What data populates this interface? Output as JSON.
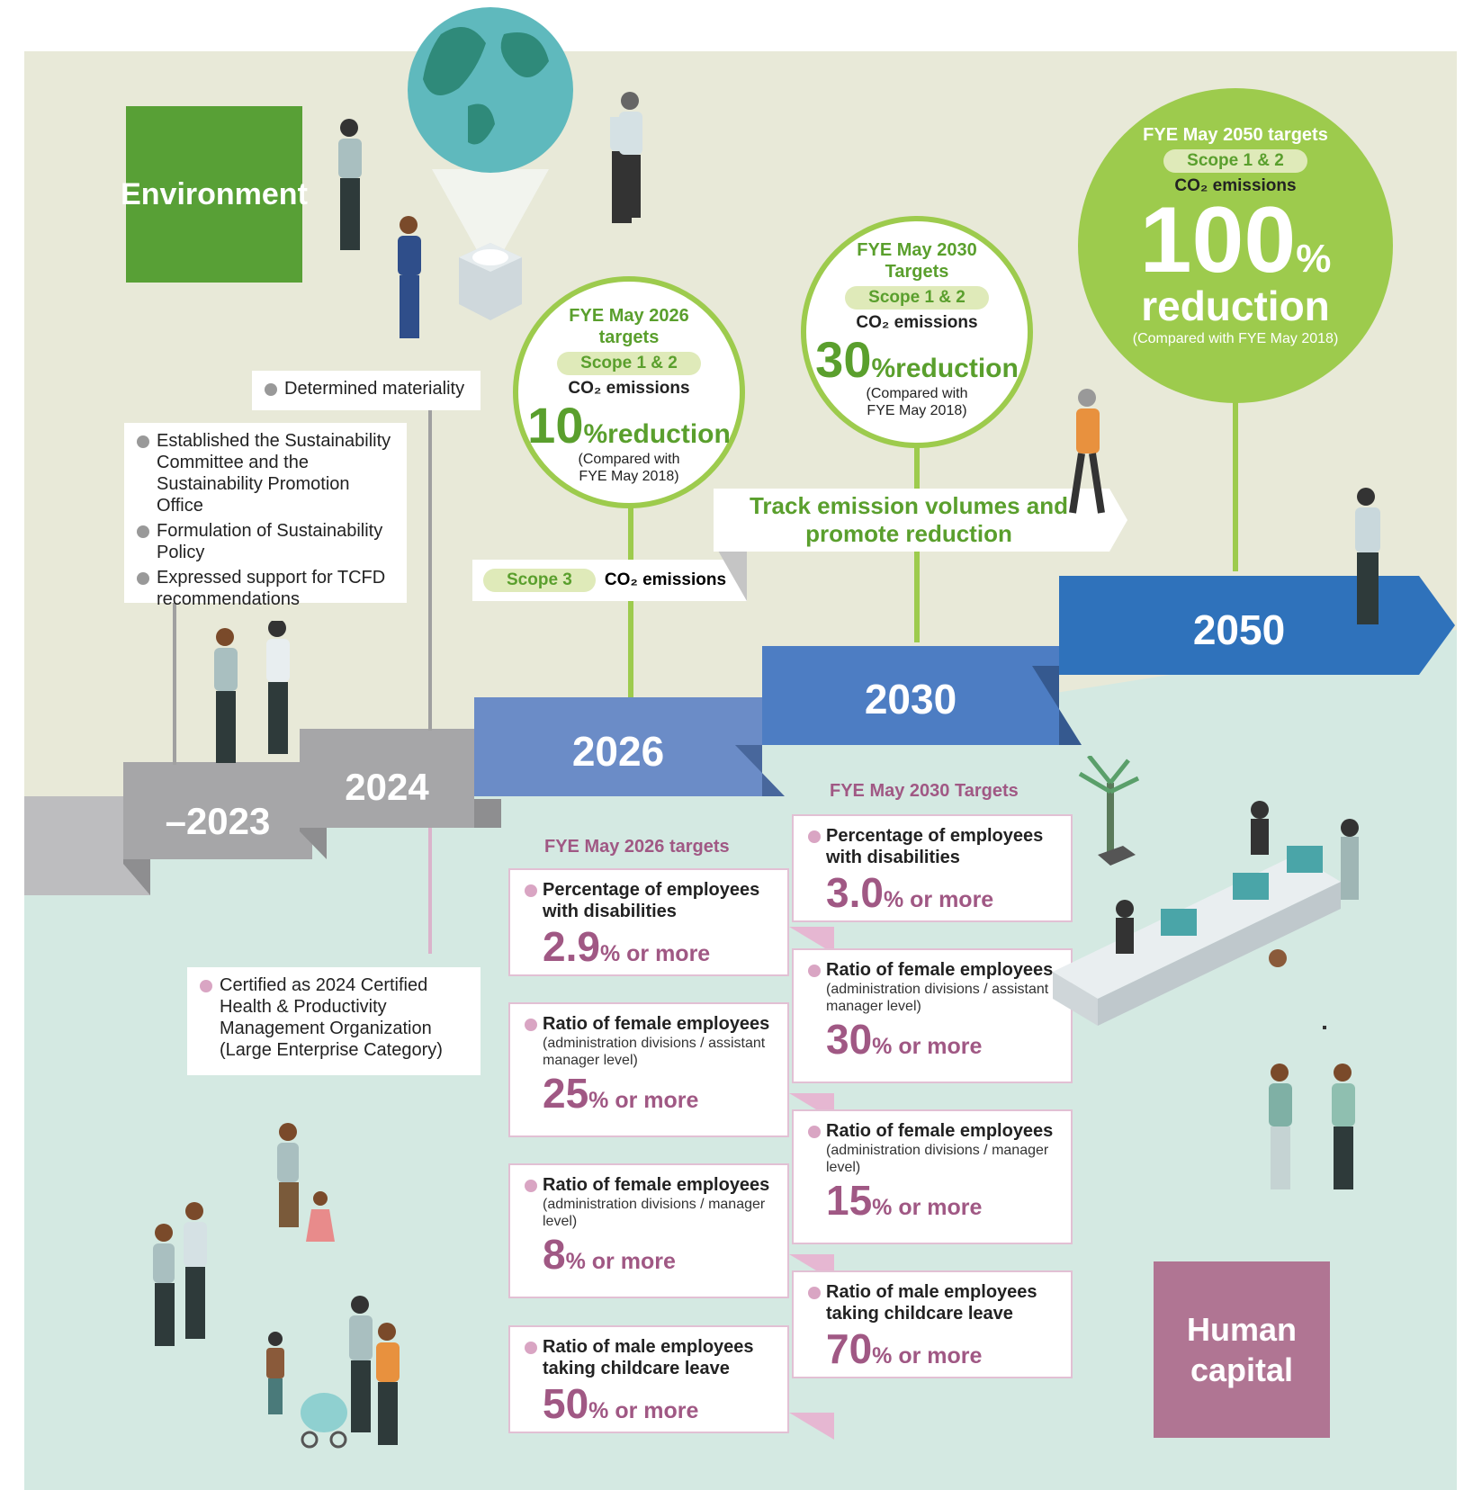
{
  "environment": {
    "label": "Environment",
    "milestones": {
      "m2024": "Determined materiality",
      "m2023": [
        "Established the Sustainability Committee and the Sustainability Promotion Office",
        "Formulation of Sustainability Policy",
        "Expressed support for TCFD recommendations"
      ]
    },
    "scope3": {
      "pill": "Scope 3",
      "text": "CO₂ emissions"
    },
    "track": "Track emission volumes and promote reduction",
    "targets": [
      {
        "title": "FYE May 2026 targets",
        "pill": "Scope 1 & 2",
        "co2": "CO₂ emissions",
        "value": "10",
        "unit": "%reduction",
        "note": "(Compared with FYE May 2018)"
      },
      {
        "title": "FYE May 2030 Targets",
        "pill": "Scope 1 & 2",
        "co2": "CO₂ emissions",
        "value": "30",
        "unit": "%reduction",
        "note": "(Compared with FYE May 2018)"
      },
      {
        "title": "FYE May 2050 targets",
        "pill": "Scope 1 & 2",
        "co2": "CO₂ emissions",
        "value": "100",
        "unit": "%",
        "unit2": "reduction",
        "note": "(Compared with FYE May 2018)"
      }
    ]
  },
  "timeline": {
    "years": [
      "–2023",
      "2024",
      "2026",
      "2030",
      "2050"
    ]
  },
  "human_capital": {
    "label": "Human capital",
    "milestone_2024": "Certified as 2024 Certified Health & Productivity Management Organization (Large Enterprise Category)",
    "fy2026": {
      "title": "FYE May 2026 targets",
      "items": [
        {
          "title": "Percentage of employees with disabilities",
          "sub": "",
          "value": "2.9",
          "unit": "% or more"
        },
        {
          "title": "Ratio of female employees",
          "sub": "(administration divisions / assistant manager level)",
          "value": "25",
          "unit": "% or more"
        },
        {
          "title": "Ratio of female employees",
          "sub": "(administration divisions / manager level)",
          "value": "8",
          "unit": "% or more"
        },
        {
          "title": "Ratio of male employees taking childcare leave",
          "sub": "",
          "value": "50",
          "unit": "% or more"
        }
      ]
    },
    "fy2030": {
      "title": "FYE May 2030 Targets",
      "items": [
        {
          "title": "Percentage of employees with disabilities",
          "sub": "",
          "value": "3.0",
          "unit": "% or more"
        },
        {
          "title": "Ratio of female employees",
          "sub": "(administration divisions / assistant manager level)",
          "value": "30",
          "unit": "% or more"
        },
        {
          "title": "Ratio of female employees",
          "sub": "(administration divisions / manager level)",
          "value": "15",
          "unit": "% or more"
        },
        {
          "title": "Ratio of male employees taking childcare leave",
          "sub": "",
          "value": "70",
          "unit": "% or more"
        }
      ]
    }
  },
  "colors": {
    "env_green": "#58a036",
    "light_green": "#9dcb4d",
    "hc_pink": "#b07593",
    "step_gray": "#a6a6a8",
    "step_blue_2026": "#6b8cc7",
    "step_blue_2030": "#4d7dc3",
    "step_blue_2050": "#2f72bb"
  }
}
